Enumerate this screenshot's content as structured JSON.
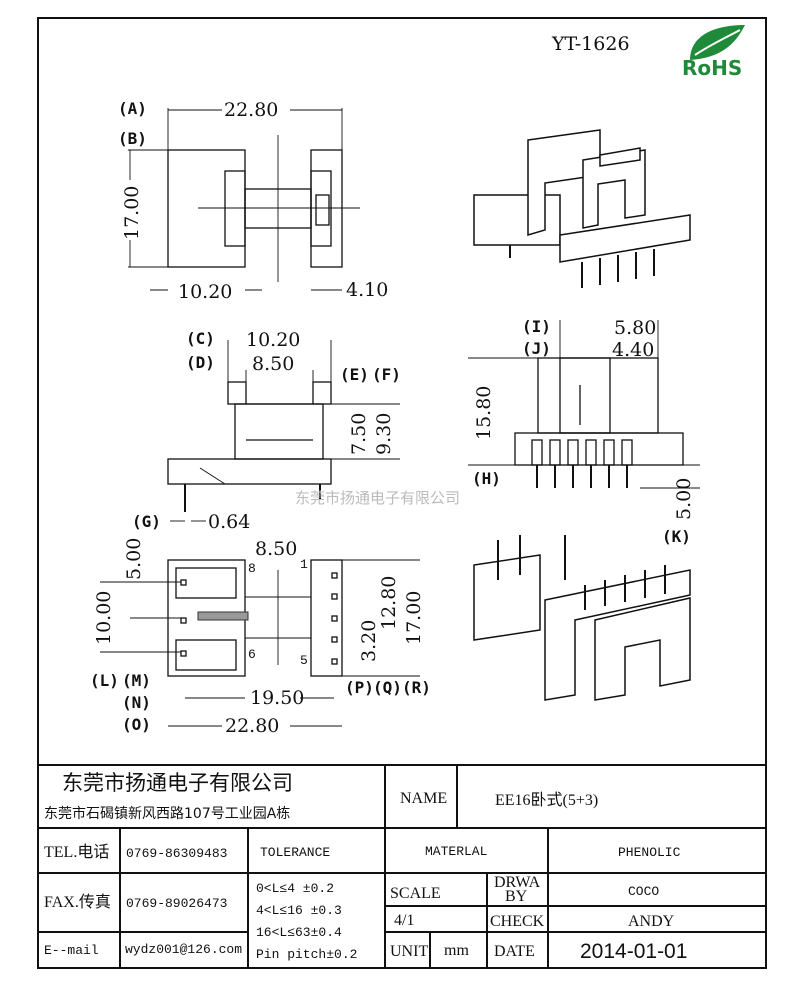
{
  "header": {
    "part_number": "YT-1626",
    "rohs_logo": "RoHS"
  },
  "watermark": "东莞市扬通电子有限公司",
  "top_view": {
    "labels": [
      "(A)",
      "(B)"
    ],
    "dims": {
      "width": "22.80",
      "height": "17.00",
      "left": "10.20",
      "right": "4.10"
    }
  },
  "side_view": {
    "labels": [
      "(C)",
      "(D)",
      "(E)",
      "(F)",
      "(G)"
    ],
    "dims": {
      "c": "10.20",
      "d": "8.50",
      "e": "7.50",
      "f": "9.30",
      "g": "0.64"
    }
  },
  "front_view": {
    "labels": [
      "(I)",
      "(J)",
      "(H)",
      "(K)"
    ],
    "dims": {
      "i": "5.80",
      "j": "4.40",
      "h": "15.80",
      "k": "5.00"
    }
  },
  "bottom_view": {
    "labels": [
      "(L)",
      "(M)",
      "(N)",
      "(O)",
      "(P)",
      "(Q)",
      "(R)"
    ],
    "pin_numbers": [
      "1",
      "5",
      "6",
      "8"
    ],
    "dims": {
      "top": "8.50",
      "l": "5.00",
      "m": "10.00",
      "n": "19.50",
      "o": "22.80",
      "p": "3.20",
      "q": "12.80",
      "r": "17.00"
    }
  },
  "title_block": {
    "company": "东莞市扬通电子有限公司",
    "address": "东莞市石碣镇新风西路107号工业园A栋",
    "name_label": "NAME",
    "name_value": "EE16卧式(5+3)",
    "tel_label": "TEL.电话",
    "tel": "0769-86309483",
    "fax_label": "FAX.传真",
    "fax": "0769-89026473",
    "email_label": "E--mail",
    "email": "wydz001@126.com",
    "tolerance_label": "TOLERANCE",
    "tolerances": [
      "0<L≤4   ±0.2",
      "4<L≤16  ±0.3",
      "16<L≤63±0.4",
      "Pin pitch±0.2"
    ],
    "material_label": "MATERLAL",
    "material": "PHENOLIC",
    "scale_label": "SCALE",
    "scale": "4/1",
    "drawn_label_1": "DRWA",
    "drawn_label_2": "BY",
    "drawn_by": "COCO",
    "check_label": "CHECK",
    "checked_by": "ANDY",
    "unit_label": "UNIT",
    "unit": "mm",
    "date_label": "DATE",
    "date": "2014-01-01"
  }
}
